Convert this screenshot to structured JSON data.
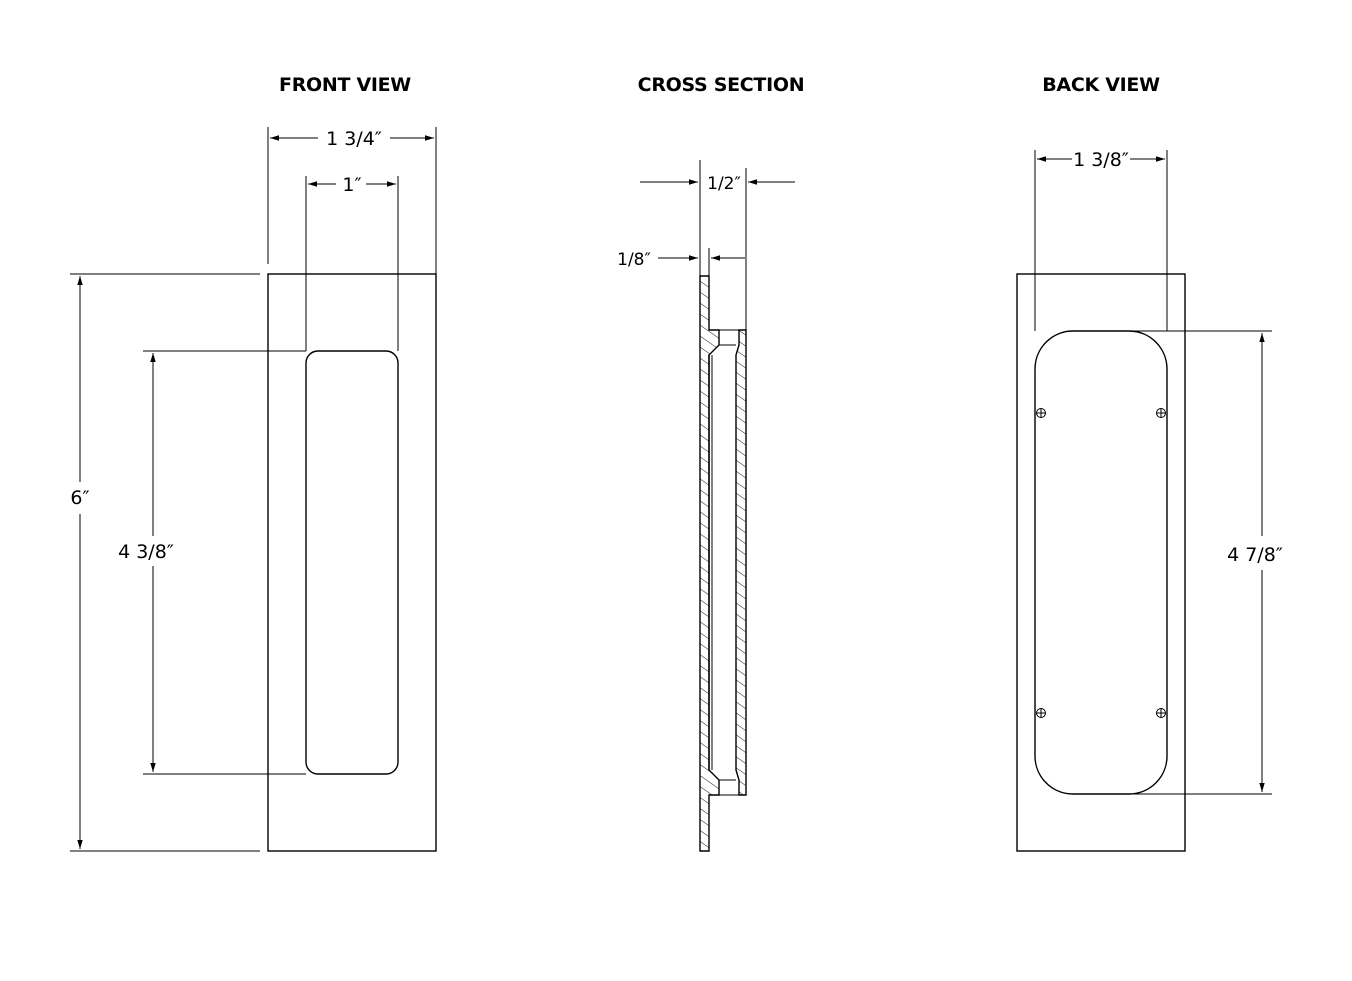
{
  "views": {
    "front": {
      "title": "FRONT VIEW",
      "dims": {
        "overall_width": "1 3/4″",
        "recess_width": "1″",
        "overall_height": "6″",
        "recess_height": "4 3/8″"
      }
    },
    "section": {
      "title": "CROSS SECTION",
      "dims": {
        "depth": "1/2″",
        "flange": "1/8″"
      }
    },
    "back": {
      "title": "BACK VIEW",
      "dims": {
        "cup_width": "1 3/8″",
        "cup_height": "4 7/8″"
      }
    }
  },
  "colors": {
    "line": "#000000",
    "background": "#ffffff"
  }
}
